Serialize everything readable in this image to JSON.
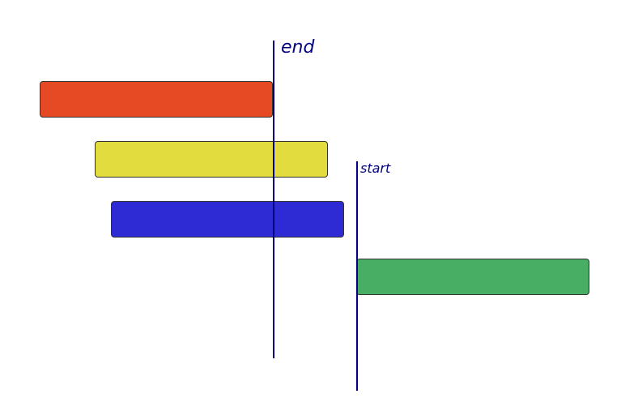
{
  "lines": {
    "end_label": "end",
    "start_label": "start"
  },
  "bars": [
    {
      "name": "red",
      "color": "#e64a24"
    },
    {
      "name": "yellow",
      "color": "#e2dc3e"
    },
    {
      "name": "blue",
      "color": "#2f2bd4"
    },
    {
      "name": "green",
      "color": "#47ae63"
    }
  ]
}
